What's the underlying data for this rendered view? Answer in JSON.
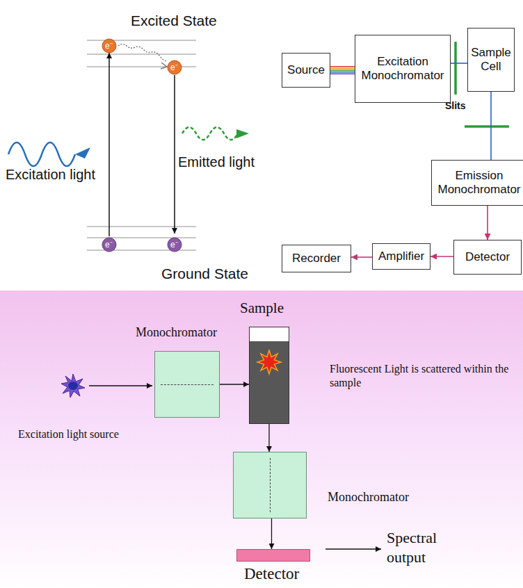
{
  "diagram": {
    "nodes": [
      {
        "text": [
          "Source"
        ]
      },
      {
        "text": [
          "Excitation Monochromator"
        ]
      },
      {
        "text": [
          "Sample Cell"
        ]
      },
      {
        "text": [
          "Emission Monochromator"
        ]
      },
      {
        "text": [
          "Detector"
        ]
      },
      {
        "text": [
          "Amplifier"
        ]
      },
      {
        "text": [
          "Recorder"
        ]
      },
      {
        "text": [
          "Monochromator"
        ]
      },
      {
        "text": [
          "Sample"
        ]
      },
      {
        "text": [
          "Monochromator"
        ]
      },
      {
        "text": [
          "Detector"
        ]
      }
    ],
    "edges": [
      {
        "from": 0,
        "to": 1,
        "arrow": "none"
      },
      {
        "from": 1,
        "to": 2,
        "arrow": "none"
      },
      {
        "from": 2,
        "to": 3,
        "arrow": "none"
      },
      {
        "from": 3,
        "to": 4,
        "arrow": "to"
      },
      {
        "from": 4,
        "to": 5,
        "arrow": "to"
      },
      {
        "from": 5,
        "to": 6,
        "arrow": "to"
      },
      {
        "from": 7,
        "to": 8,
        "arrow": "to"
      },
      {
        "from": 8,
        "to": 9,
        "arrow": "to"
      },
      {
        "from": 9,
        "to": 10,
        "arrow": "to"
      }
    ],
    "labels": [
      "Excited State",
      "e⁻",
      "e⁻",
      "Excitation light",
      "Emitted light",
      "e⁻",
      "e⁻",
      "Ground State",
      "Slits",
      "Fluorescent Light is scattered within the sample",
      "Excitation light source",
      "Spectral output"
    ]
  }
}
